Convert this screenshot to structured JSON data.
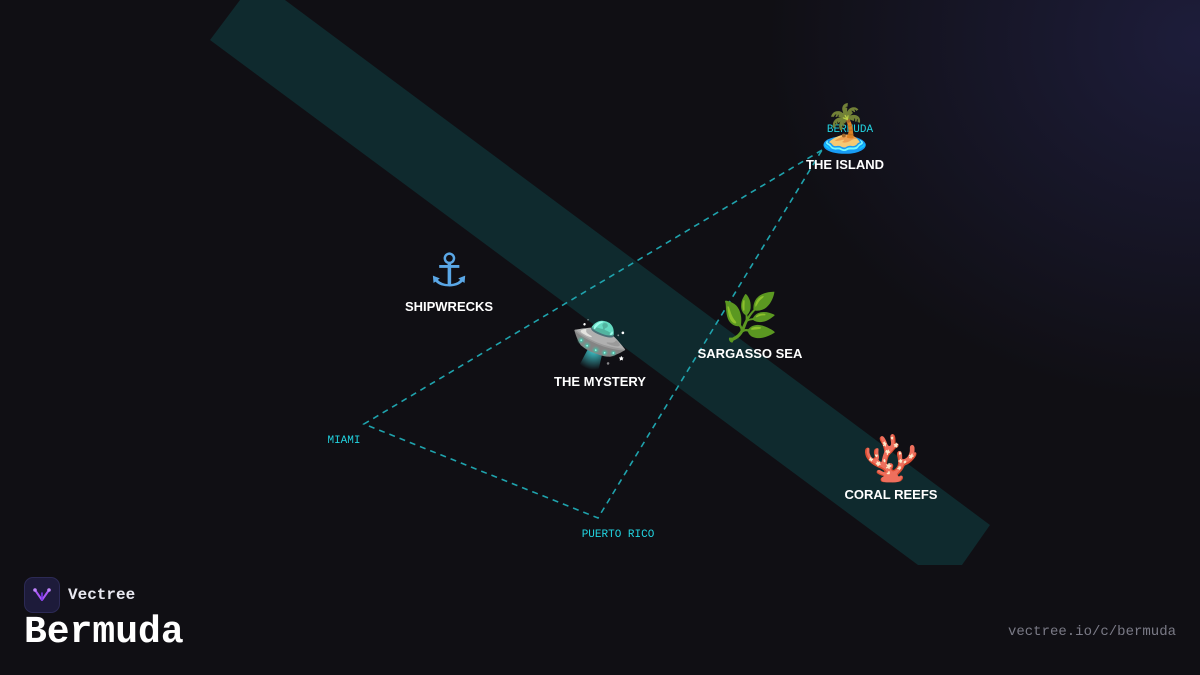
{
  "brand": {
    "name": "Vectree",
    "logo_icon": "vectree-logo-icon"
  },
  "page": {
    "title": "Bermuda",
    "url": "vectree.io/c/bermuda"
  },
  "colors": {
    "background": "#100f14",
    "band": "#0f2a2e",
    "route": "#1fa3ad",
    "place_label": "#22d3e0",
    "node_label": "#ffffff",
    "url_text": "#7a7a86"
  },
  "map": {
    "places": [
      {
        "id": "bermuda",
        "label": "BERMUDA"
      },
      {
        "id": "miami",
        "label": "MIAMI"
      },
      {
        "id": "puerto-rico",
        "label": "PUERTO RICO"
      }
    ],
    "nodes": [
      {
        "id": "the-island",
        "label": "THE ISLAND",
        "emoji": "🏝️",
        "icon": "island-icon"
      },
      {
        "id": "shipwrecks",
        "label": "SHIPWRECKS",
        "emoji": "⚓",
        "icon": "anchor-icon"
      },
      {
        "id": "sargasso-sea",
        "label": "SARGASSO SEA",
        "emoji": "🌿",
        "icon": "herb-icon"
      },
      {
        "id": "the-mystery",
        "label": "THE MYSTERY",
        "emoji": "🛸",
        "icon": "ufo-icon"
      },
      {
        "id": "coral-reefs",
        "label": "CORAL REEFS",
        "emoji": "🪸",
        "icon": "coral-icon"
      }
    ]
  }
}
